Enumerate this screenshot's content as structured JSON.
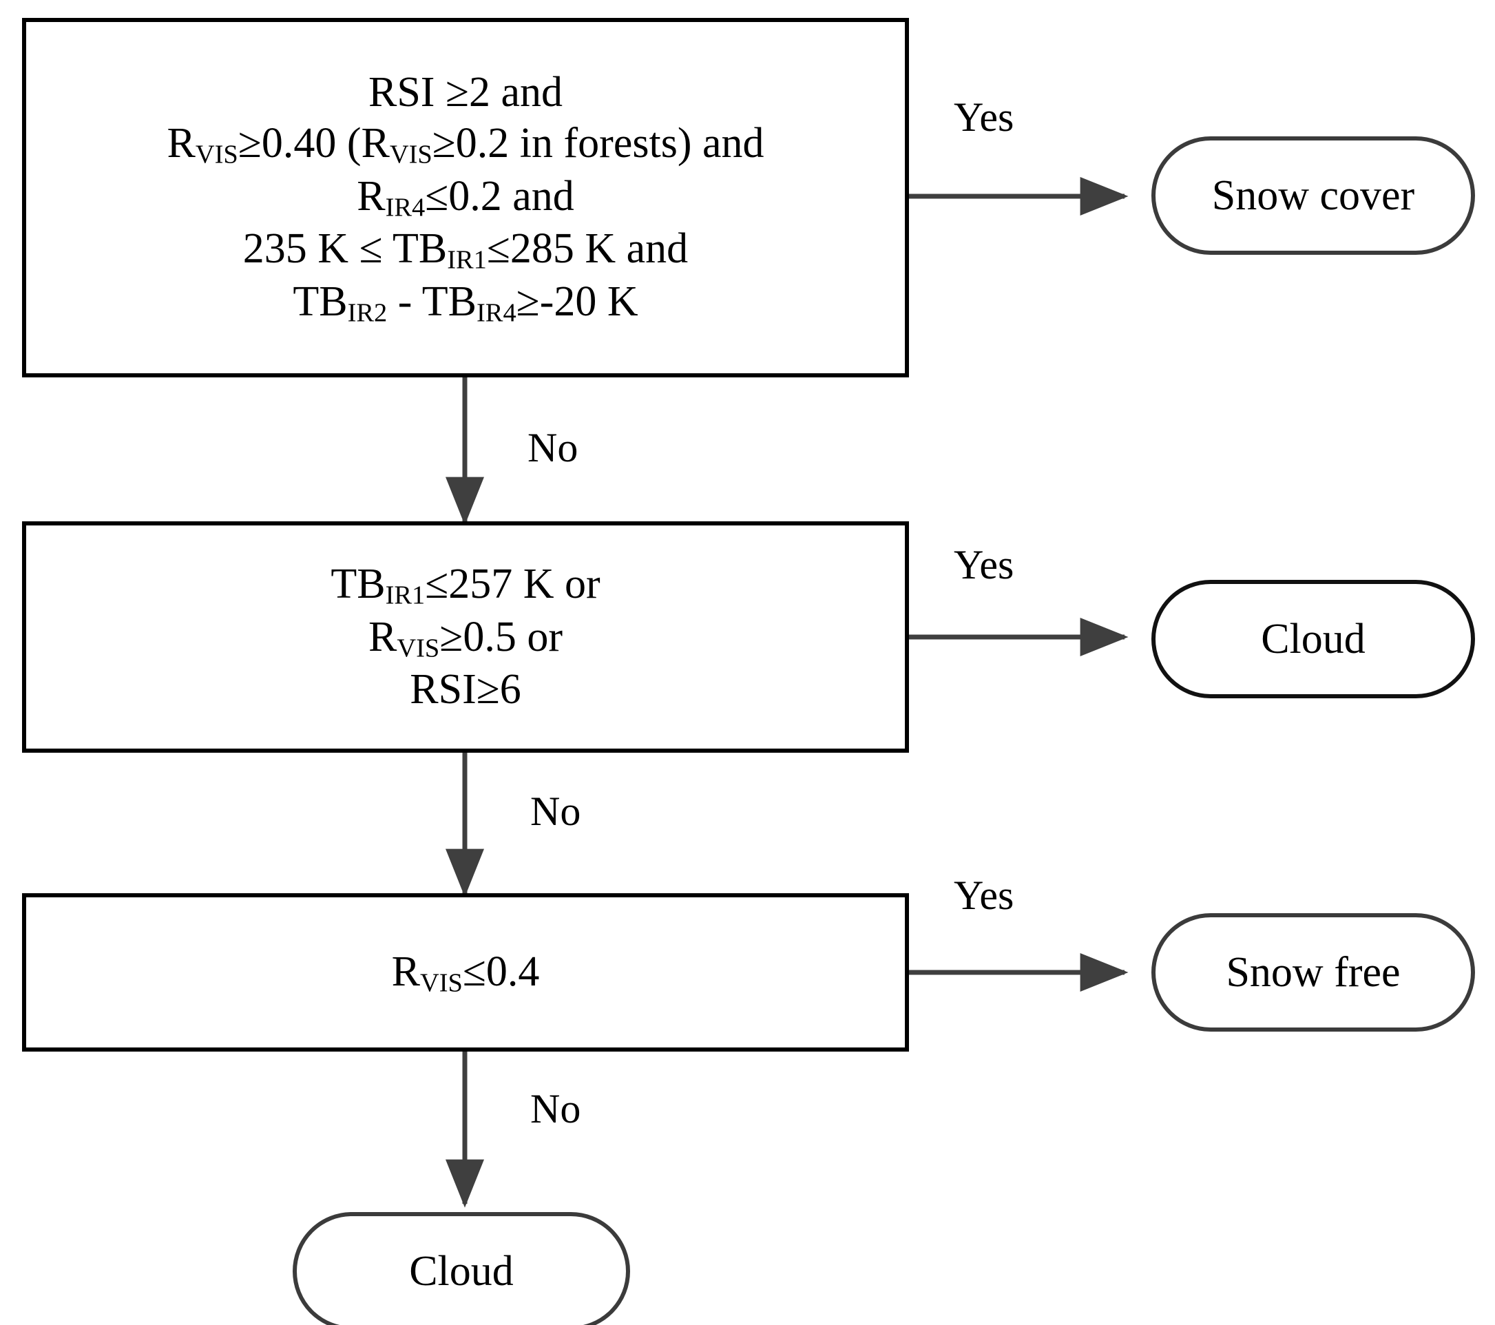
{
  "diagram": {
    "title": "Snow cover / cloud decision tree",
    "colors": {
      "decision_border": "#000000",
      "terminal_border": "#3b3b3b",
      "edge": "#3f3f3f",
      "text": "#000000",
      "background": "#ffffff"
    }
  },
  "nodes": {
    "decision1": {
      "id": "decision1",
      "shape": "rectangle",
      "lines": [
        "RSI ≥2 and",
        "R_VIS ≥0.40 (R_VIS ≥0.2 in forests) and",
        "R_IR4 ≤0.2 and",
        "235 K ≤ TB_IR1 ≤285 K and",
        "TB_IR2 - TB_IR4≥-20 K"
      ],
      "line1": {
        "pre": "RSI ",
        "op": "≥",
        "post": "2 and"
      },
      "line2": {
        "a_base": "R",
        "a_sub": "VIS",
        "a_op": "≥",
        "a_val": "0.40 (",
        "b_base": "R",
        "b_sub": "VIS",
        "b_op": "≥",
        "b_val": "0.2 in forests) and"
      },
      "line3": {
        "base": "R",
        "sub": "IR4",
        "op": "≤",
        "val": "0.2 and"
      },
      "line4": {
        "lo": "235 K ",
        "op1": "≤",
        "base": " TB",
        "sub": "IR1",
        "op2": "≤",
        "hi": "285 K and"
      },
      "line5": {
        "base1": "TB",
        "sub1": "IR2",
        "minus": " - ",
        "base2": "TB",
        "sub2": "IR4",
        "op": "≥",
        "val": "-20 K"
      }
    },
    "decision2": {
      "id": "decision2",
      "shape": "rectangle",
      "lines": [
        "TB_IR1 ≤257 K or",
        "R_VIS ≥0.5 or",
        "RSI ≥6"
      ],
      "line1": {
        "base": "TB",
        "sub": "IR1",
        "op": "≤",
        "val": "257 K or"
      },
      "line2": {
        "base": "R",
        "sub": "VIS",
        "op": "≥",
        "val": "0.5 or"
      },
      "line3": {
        "pre": "RSI",
        "op": "≥",
        "val": "6"
      }
    },
    "decision3": {
      "id": "decision3",
      "shape": "rectangle",
      "lines": [
        "R_VIS ≤0.4"
      ],
      "line1": {
        "base": "R",
        "sub": "VIS",
        "op": "≤",
        "val": "0.4"
      }
    },
    "terminal_snow_cover": {
      "id": "snow-cover",
      "shape": "pill",
      "label": "Snow cover"
    },
    "terminal_cloud_right": {
      "id": "cloud-right",
      "shape": "pill",
      "label": "Cloud"
    },
    "terminal_snow_free": {
      "id": "snow-free",
      "shape": "pill",
      "label": "Snow free"
    },
    "terminal_cloud_bottom": {
      "id": "cloud-bottom",
      "shape": "pill",
      "label": "Cloud"
    }
  },
  "edges": [
    {
      "from": "decision1",
      "to": "terminal_snow_cover",
      "label": "Yes",
      "direction": "right"
    },
    {
      "from": "decision1",
      "to": "decision2",
      "label": "No",
      "direction": "down"
    },
    {
      "from": "decision2",
      "to": "terminal_cloud_right",
      "label": "Yes",
      "direction": "right"
    },
    {
      "from": "decision2",
      "to": "decision3",
      "label": "No",
      "direction": "down"
    },
    {
      "from": "decision3",
      "to": "terminal_snow_free",
      "label": "Yes",
      "direction": "right"
    },
    {
      "from": "decision3",
      "to": "terminal_cloud_bottom",
      "label": "No",
      "direction": "down"
    }
  ],
  "edge_labels": {
    "yes1": "Yes",
    "no1": "No",
    "yes2": "Yes",
    "no2": "No",
    "yes3": "Yes",
    "no3": "No"
  }
}
